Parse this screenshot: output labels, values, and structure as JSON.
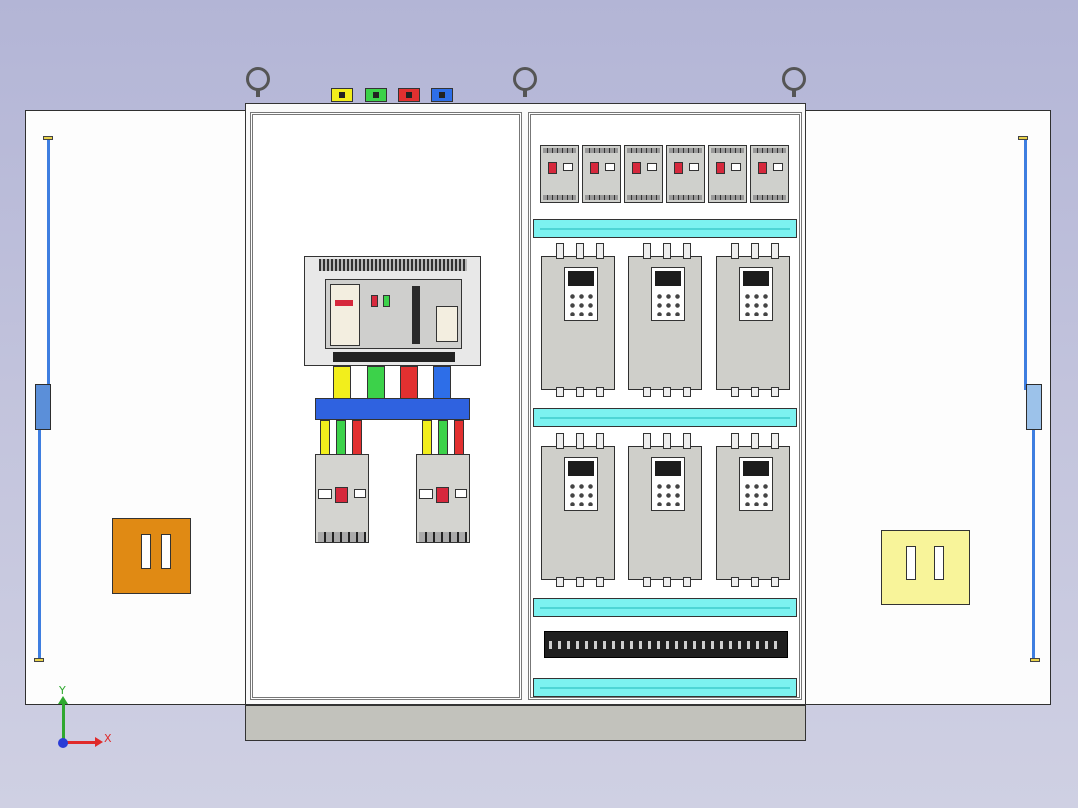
{
  "scene": {
    "type": "electrical-cabinet-cad-drawing",
    "colors": {
      "background": "#b3b5d6",
      "rod": "#3e7ee0",
      "rail": "#7cf2f0",
      "pocket_left": "#e08a14",
      "pocket_right": "#f8f49a",
      "phase_yellow": "#f2ee1c",
      "phase_green": "#3cd24a",
      "phase_red": "#e23030",
      "phase_blue": "#2d6ee8",
      "busbar_support": "#2f62e0",
      "breaker_red": "#d6283c"
    }
  },
  "axes": {
    "x_label": "X",
    "y_label": "Y"
  },
  "icons": {
    "lifting_eye": "lifting-eye-icon",
    "axis_triad": "axis-triad-icon"
  },
  "counts": {
    "small_breakers": 6,
    "drives": 6
  }
}
